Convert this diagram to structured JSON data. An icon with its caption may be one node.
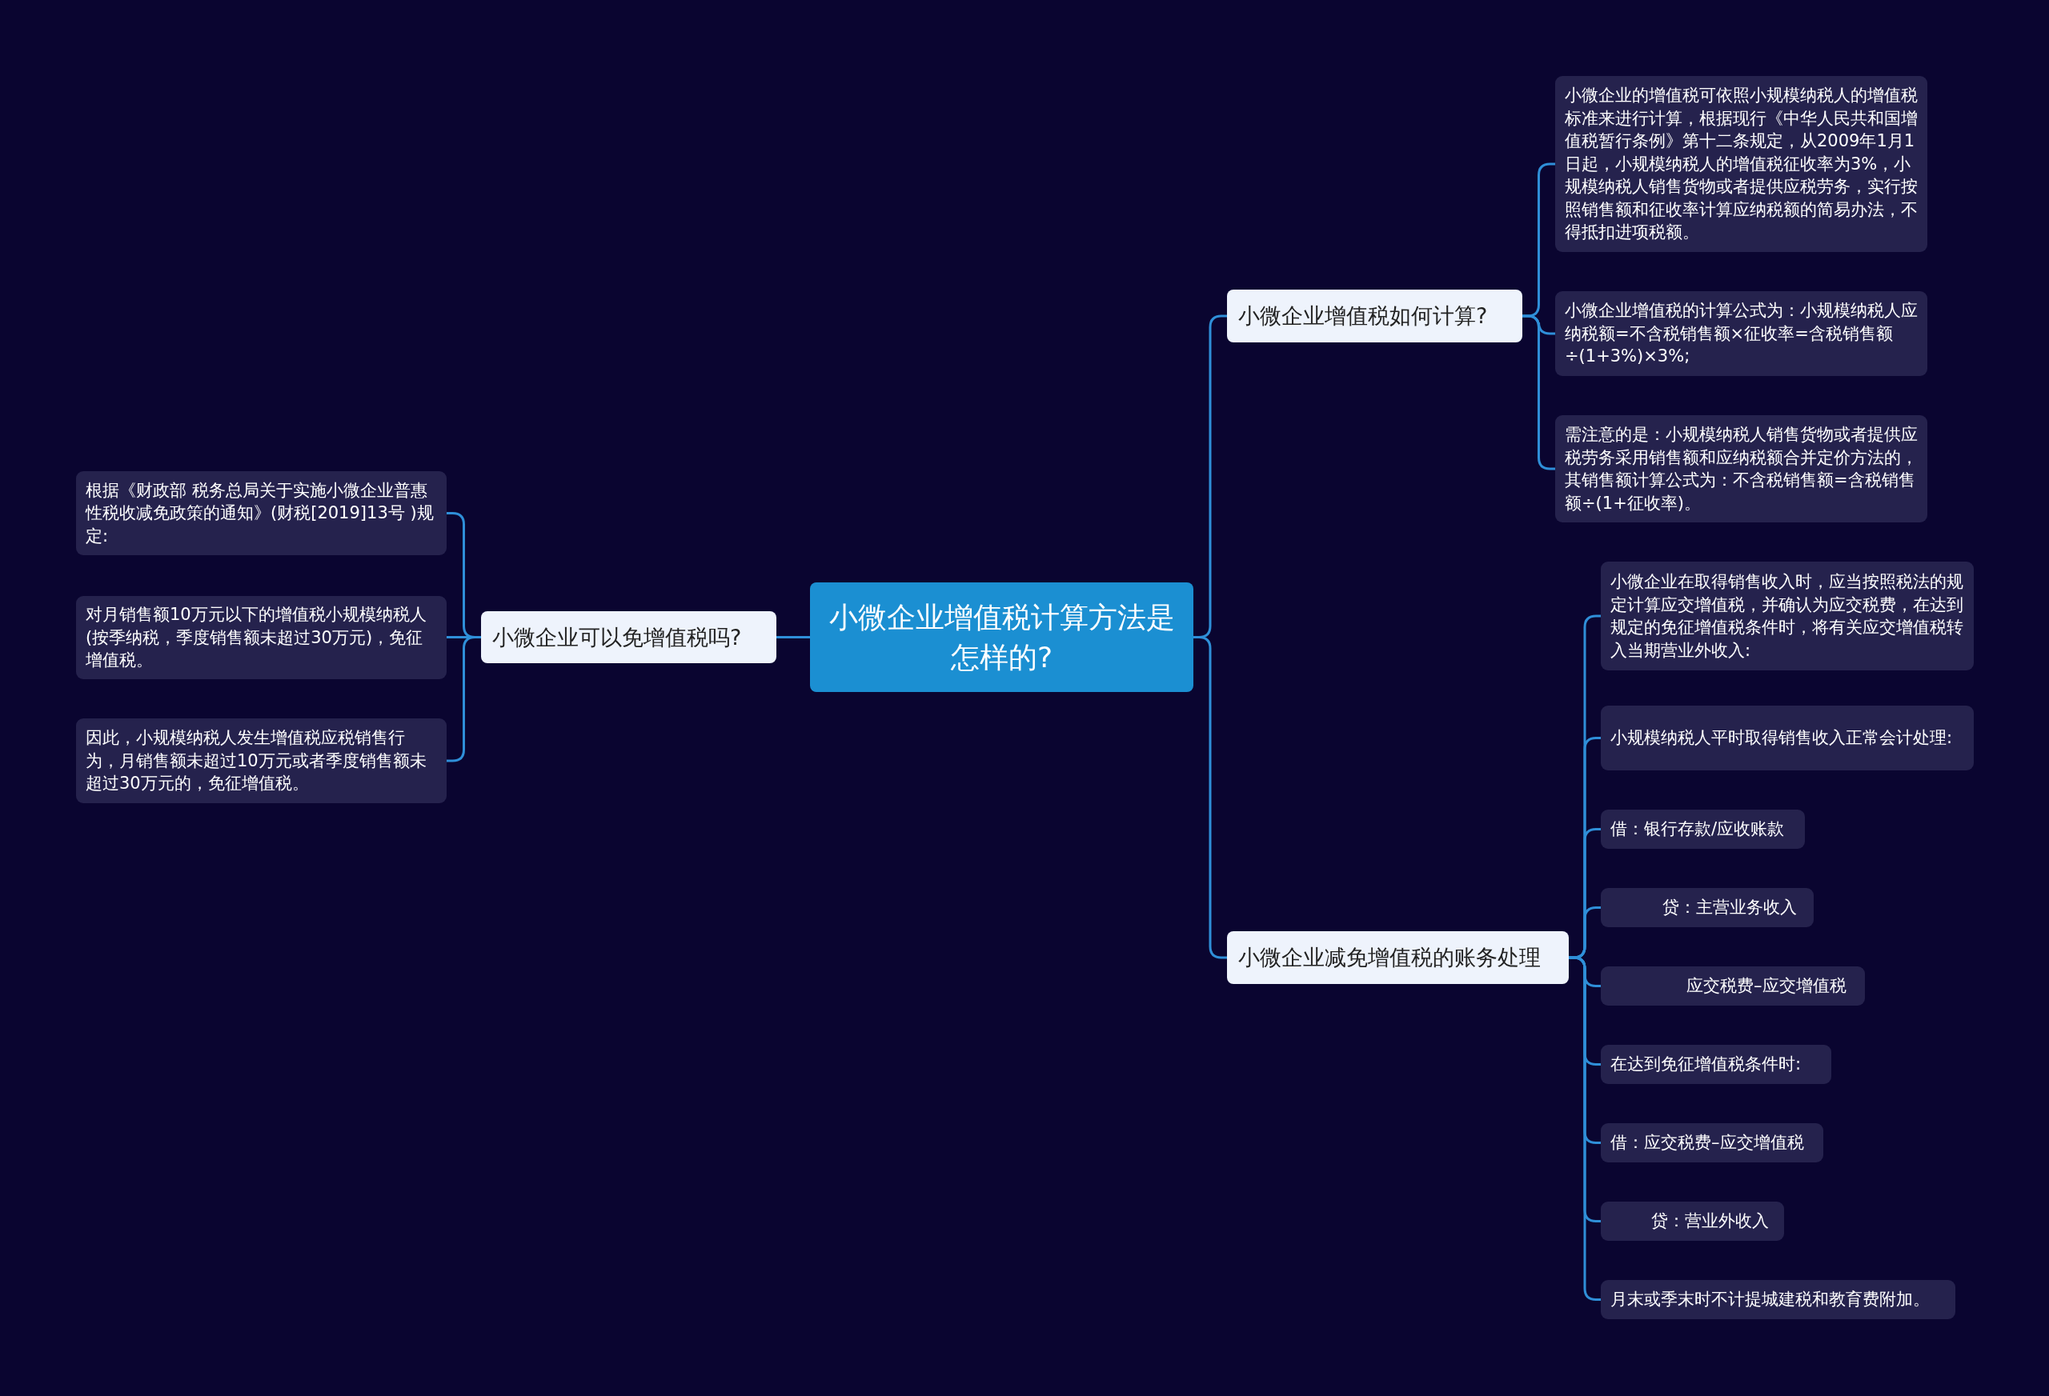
{
  "diagram": {
    "nodes": [
      {
        "text": [
          "小微企业增值税计算方法是怎样的?"
        ]
      },
      {
        "text": [
          "小微企业可以免增值税吗?"
        ]
      },
      {
        "text": [
          "根据《财政部 税务总局关于实施小微企业普惠性税收减免政策的通知》(财税[2019]13号 )规定:"
        ]
      },
      {
        "text": [
          "对月销售额10万元以下的增值税小规模纳税人(按季纳税，季度销售额未超过30万元)，免征增值税。"
        ]
      },
      {
        "text": [
          "因此，小规模纳税人发生增值税应税销售行为，月销售额未超过10万元或者季度销售额未超过30万元的，免征增值税。"
        ]
      },
      {
        "text": [
          "小微企业增值税如何计算?"
        ]
      },
      {
        "text": [
          "小微企业的增值税可依照小规模纳税人的增值税标准来进行计算，根据现行《中华人民共和国增值税暂行条例》第十二条规定，从2009年1月1日起，小规模纳税人的增值税征收率为3%，小规模纳税人销售货物或者提供应税劳务，实行按照销售额和征收率计算应纳税额的简易办法，不得抵扣进项税额。"
        ]
      },
      {
        "text": [
          "小微企业增值税的计算公式为：小规模纳税人应纳税额=不含税销售额×征收率=含税销售额÷(1+3%)×3%;"
        ]
      },
      {
        "text": [
          "需注意的是：小规模纳税人销售货物或者提供应税劳务采用销售额和应纳税额合并定价方法的，其销售额计算公式为：不含税销售额=含税销售额÷(1+征收率)。"
        ]
      },
      {
        "text": [
          "小微企业减免增值税的账务处理"
        ]
      },
      {
        "text": [
          "小微企业在取得销售收入时，应当按照税法的规定计算应交增值税，并确认为应交税费，在达到规定的免征增值税条件时，将有关应交增值税转入当期营业外收入:"
        ]
      },
      {
        "text": [
          "小规模纳税人平时取得销售收入正常会计处理:"
        ]
      },
      {
        "text": [
          "借：银行存款/应收账款"
        ]
      },
      {
        "text": [
          "贷：主营业务收入"
        ]
      },
      {
        "text": [
          "应交税费–应交增值税"
        ]
      },
      {
        "text": [
          "在达到免征增值税条件时:"
        ]
      },
      {
        "text": [
          "借：应交税费–应交增值税"
        ]
      },
      {
        "text": [
          "贷：营业外收入"
        ]
      },
      {
        "text": [
          "月末或季末时不计提城建税和教育费附加。"
        ]
      }
    ],
    "edges": [
      {
        "from": 0,
        "to": 1,
        "arrow": "none"
      },
      {
        "from": 1,
        "to": 2,
        "arrow": "none"
      },
      {
        "from": 1,
        "to": 3,
        "arrow": "none"
      },
      {
        "from": 1,
        "to": 4,
        "arrow": "none"
      },
      {
        "from": 0,
        "to": 5,
        "arrow": "none"
      },
      {
        "from": 5,
        "to": 6,
        "arrow": "none"
      },
      {
        "from": 5,
        "to": 7,
        "arrow": "none"
      },
      {
        "from": 5,
        "to": 8,
        "arrow": "none"
      },
      {
        "from": 0,
        "to": 9,
        "arrow": "none"
      },
      {
        "from": 9,
        "to": 10,
        "arrow": "none"
      },
      {
        "from": 9,
        "to": 11,
        "arrow": "none"
      },
      {
        "from": 9,
        "to": 12,
        "arrow": "none"
      },
      {
        "from": 9,
        "to": 13,
        "arrow": "none"
      },
      {
        "from": 9,
        "to": 14,
        "arrow": "none"
      },
      {
        "from": 9,
        "to": 15,
        "arrow": "none"
      },
      {
        "from": 9,
        "to": 16,
        "arrow": "none"
      },
      {
        "from": 9,
        "to": 17,
        "arrow": "none"
      },
      {
        "from": 9,
        "to": 18,
        "arrow": "none"
      }
    ]
  }
}
